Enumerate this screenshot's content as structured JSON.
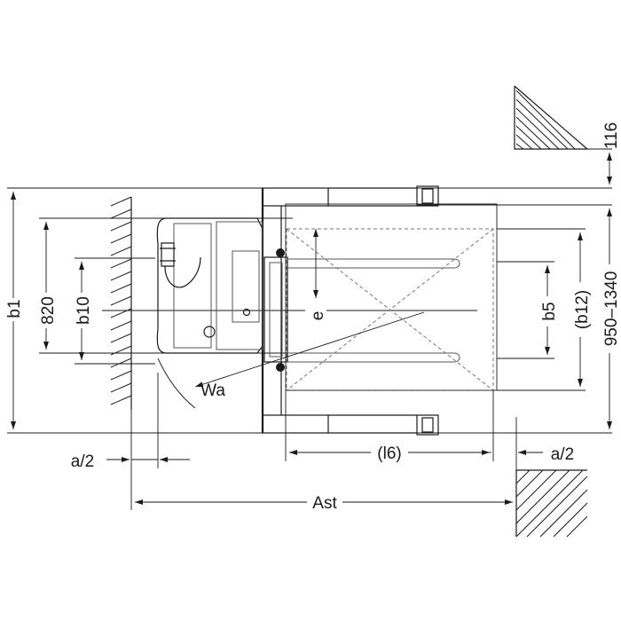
{
  "dimensions": {
    "b1": "b1",
    "820": "820",
    "b10": "b10",
    "a2_left": "a/2",
    "a2_right": "a/2",
    "Ast": "Ast",
    "l6": "(l6)",
    "Wa": "Wa",
    "e": "e",
    "b5": "b5",
    "b12": "(b12)",
    "range": "950–1340",
    "116": "116"
  },
  "colors": {
    "line": "#1a1a1a",
    "truck_fill": "#e6e6e6",
    "truck_dark": "#9a9a9a",
    "dashed": "#777777"
  }
}
